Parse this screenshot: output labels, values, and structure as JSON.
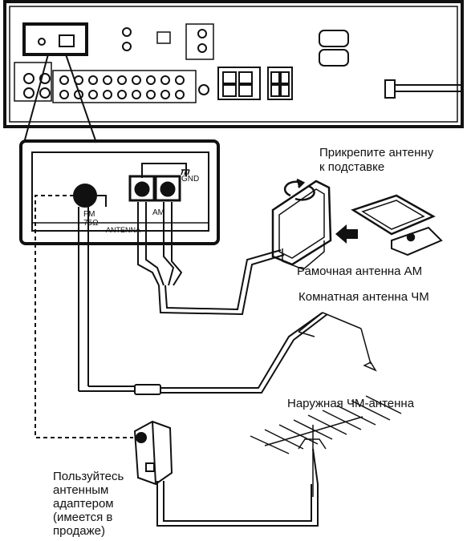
{
  "labels": {
    "attach_antenna": [
      "Прикрепите антенну",
      "к подставке"
    ],
    "am_loop": "Рамочная антенна AM",
    "fm_indoor": "Комнатная антенна ЧМ",
    "fm_outdoor": "Наружная ЧМ-антенна",
    "adapter": [
      "Пользуйтесь",
      "антенным",
      "адаптером",
      "(имеется в",
      "продаже)"
    ]
  },
  "panel": {
    "gnd": "GND",
    "fm": "FM",
    "ohm": "75Ω",
    "am": "AM",
    "antenna": "ANTENNA"
  }
}
